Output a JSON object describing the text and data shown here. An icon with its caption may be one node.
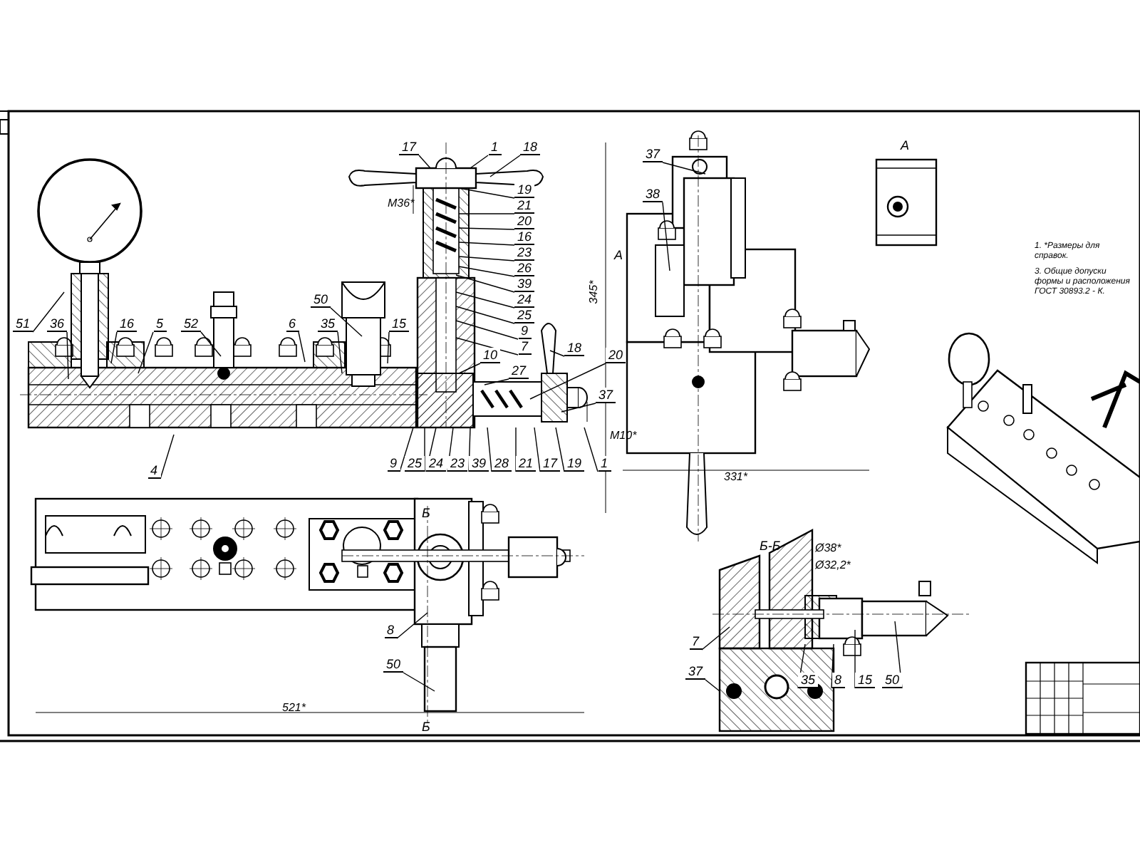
{
  "diagram": {
    "nodes": [
      {
        "text": [
          "51"
        ]
      },
      {
        "text": [
          "36"
        ]
      },
      {
        "text": [
          "16"
        ]
      },
      {
        "text": [
          "5"
        ]
      },
      {
        "text": [
          "52"
        ]
      },
      {
        "text": [
          "6"
        ]
      },
      {
        "text": [
          "35"
        ]
      },
      {
        "text": [
          "50"
        ]
      },
      {
        "text": [
          "15"
        ]
      },
      {
        "text": [
          "17"
        ]
      },
      {
        "text": [
          "1"
        ]
      },
      {
        "text": [
          "18"
        ]
      },
      {
        "text": [
          "19"
        ]
      },
      {
        "text": [
          "21"
        ]
      },
      {
        "text": [
          "20"
        ]
      },
      {
        "text": [
          "16"
        ]
      },
      {
        "text": [
          "23"
        ]
      },
      {
        "text": [
          "26"
        ]
      },
      {
        "text": [
          "39"
        ]
      },
      {
        "text": [
          "24"
        ]
      },
      {
        "text": [
          "25"
        ]
      },
      {
        "text": [
          "9"
        ]
      },
      {
        "text": [
          "7"
        ]
      },
      {
        "text": [
          "10"
        ]
      },
      {
        "text": [
          "27"
        ]
      },
      {
        "text": [
          "20"
        ]
      },
      {
        "text": [
          "18"
        ]
      },
      {
        "text": [
          "37"
        ]
      },
      {
        "text": [
          "9"
        ]
      },
      {
        "text": [
          "25"
        ]
      },
      {
        "text": [
          "24"
        ]
      },
      {
        "text": [
          "23"
        ]
      },
      {
        "text": [
          "39"
        ]
      },
      {
        "text": [
          "28"
        ]
      },
      {
        "text": [
          "21"
        ]
      },
      {
        "text": [
          "17"
        ]
      },
      {
        "text": [
          "19"
        ]
      },
      {
        "text": [
          "1"
        ]
      },
      {
        "text": [
          "4"
        ]
      },
      {
        "text": [
          "37"
        ]
      },
      {
        "text": [
          "38"
        ]
      },
      {
        "text": [
          "8"
        ]
      },
      {
        "text": [
          "50"
        ]
      },
      {
        "text": [
          "7"
        ]
      },
      {
        "text": [
          "37"
        ]
      },
      {
        "text": [
          "35"
        ]
      },
      {
        "text": [
          "8"
        ]
      },
      {
        "text": [
          "15"
        ]
      },
      {
        "text": [
          "50"
        ]
      }
    ],
    "edges": [
      {
        "from": 0,
        "to": null,
        "arrow": "none"
      },
      {
        "from": 1,
        "to": null,
        "arrow": "none"
      },
      {
        "from": 2,
        "to": null,
        "arrow": "none"
      },
      {
        "from": 3,
        "to": null,
        "arrow": "none"
      },
      {
        "from": 4,
        "to": null,
        "arrow": "none"
      },
      {
        "from": 5,
        "to": null,
        "arrow": "none"
      },
      {
        "from": 6,
        "to": null,
        "arrow": "none"
      },
      {
        "from": 7,
        "to": null,
        "arrow": "none"
      },
      {
        "from": 8,
        "to": null,
        "arrow": "none"
      },
      {
        "from": 9,
        "to": null,
        "arrow": "none"
      },
      {
        "from": 10,
        "to": null,
        "arrow": "none"
      },
      {
        "from": 11,
        "to": null,
        "arrow": "none"
      },
      {
        "from": 12,
        "to": null,
        "arrow": "none"
      },
      {
        "from": 13,
        "to": null,
        "arrow": "none"
      },
      {
        "from": 14,
        "to": null,
        "arrow": "none"
      },
      {
        "from": 15,
        "to": null,
        "arrow": "none"
      },
      {
        "from": 16,
        "to": null,
        "arrow": "none"
      },
      {
        "from": 17,
        "to": null,
        "arrow": "none"
      },
      {
        "from": 18,
        "to": null,
        "arrow": "none"
      },
      {
        "from": 19,
        "to": null,
        "arrow": "none"
      },
      {
        "from": 20,
        "to": null,
        "arrow": "none"
      },
      {
        "from": 21,
        "to": null,
        "arrow": "none"
      },
      {
        "from": 22,
        "to": null,
        "arrow": "none"
      },
      {
        "from": 23,
        "to": null,
        "arrow": "none"
      },
      {
        "from": 24,
        "to": null,
        "arrow": "none"
      },
      {
        "from": 25,
        "to": null,
        "arrow": "none"
      },
      {
        "from": 26,
        "to": null,
        "arrow": "none"
      },
      {
        "from": 27,
        "to": null,
        "arrow": "none"
      },
      {
        "from": 28,
        "to": null,
        "arrow": "none"
      },
      {
        "from": 29,
        "to": null,
        "arrow": "none"
      },
      {
        "from": 30,
        "to": null,
        "arrow": "none"
      },
      {
        "from": 31,
        "to": null,
        "arrow": "none"
      },
      {
        "from": 32,
        "to": null,
        "arrow": "none"
      },
      {
        "from": 33,
        "to": null,
        "arrow": "none"
      },
      {
        "from": 34,
        "to": null,
        "arrow": "none"
      },
      {
        "from": 35,
        "to": null,
        "arrow": "none"
      },
      {
        "from": 36,
        "to": null,
        "arrow": "none"
      },
      {
        "from": 37,
        "to": null,
        "arrow": "none"
      },
      {
        "from": 38,
        "to": null,
        "arrow": "none"
      },
      {
        "from": 39,
        "to": null,
        "arrow": "none"
      },
      {
        "from": 40,
        "to": null,
        "arrow": "none"
      },
      {
        "from": 41,
        "to": null,
        "arrow": "none"
      },
      {
        "from": 42,
        "to": null,
        "arrow": "none"
      },
      {
        "from": 43,
        "to": null,
        "arrow": "none"
      },
      {
        "from": 44,
        "to": null,
        "arrow": "none"
      },
      {
        "from": 45,
        "to": null,
        "arrow": "none"
      },
      {
        "from": 46,
        "to": null,
        "arrow": "none"
      },
      {
        "from": 47,
        "to": null,
        "arrow": "none"
      },
      {
        "from": 48,
        "to": null,
        "arrow": "none"
      }
    ],
    "labels": [
      "А",
      "А",
      "Б",
      "Б",
      "Б-Б",
      "М36*",
      "М10*",
      "345*",
      "331*",
      "521*",
      "Ø38*",
      "Ø32,2*",
      "1. *Размеры для справок.",
      "3. Общие допуски формы и расположения ГОСТ 30893.2 - К."
    ]
  }
}
